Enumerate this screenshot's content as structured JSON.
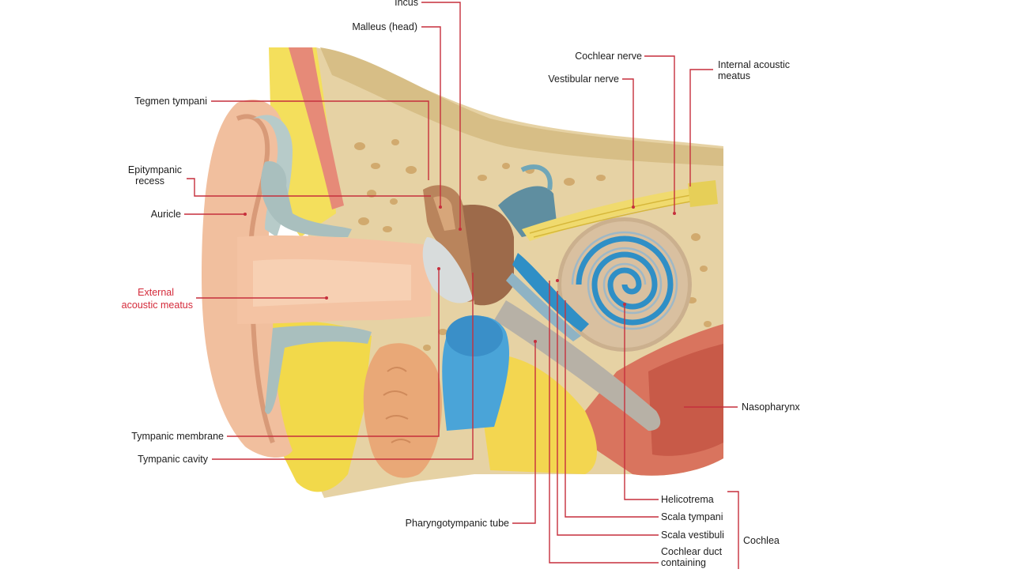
{
  "labels": {
    "incus": "Incus",
    "malleus": "Malleus (head)",
    "tegmen": "Tegmen tympani",
    "epitympanic_1": "Epitympanic",
    "epitympanic_2": "recess",
    "auricle": "Auricle",
    "external_1": "External",
    "external_2": "acoustic meatus",
    "tympanic_membrane": "Tympanic membrane",
    "tympanic_cavity": "Tympanic cavity",
    "pharyngotympanic": "Pharyngotympanic tube",
    "cochlear_nerve": "Cochlear nerve",
    "vestibular_nerve": "Vestibular nerve",
    "internal_1": "Internal acoustic",
    "internal_2": "meatus",
    "nasopharynx": "Nasopharynx",
    "helicotrema": "Helicotrema",
    "scala_tympani": "Scala tympani",
    "scala_vestibuli": "Scala vestibuli",
    "cochlear_duct_1": "Cochlear duct",
    "cochlear_duct_2": "containing",
    "cochlea": "Cochlea"
  },
  "colors": {
    "leader": "#c62f3c",
    "highlight_label": "#d42a3a",
    "text": "#1d1d1d"
  }
}
